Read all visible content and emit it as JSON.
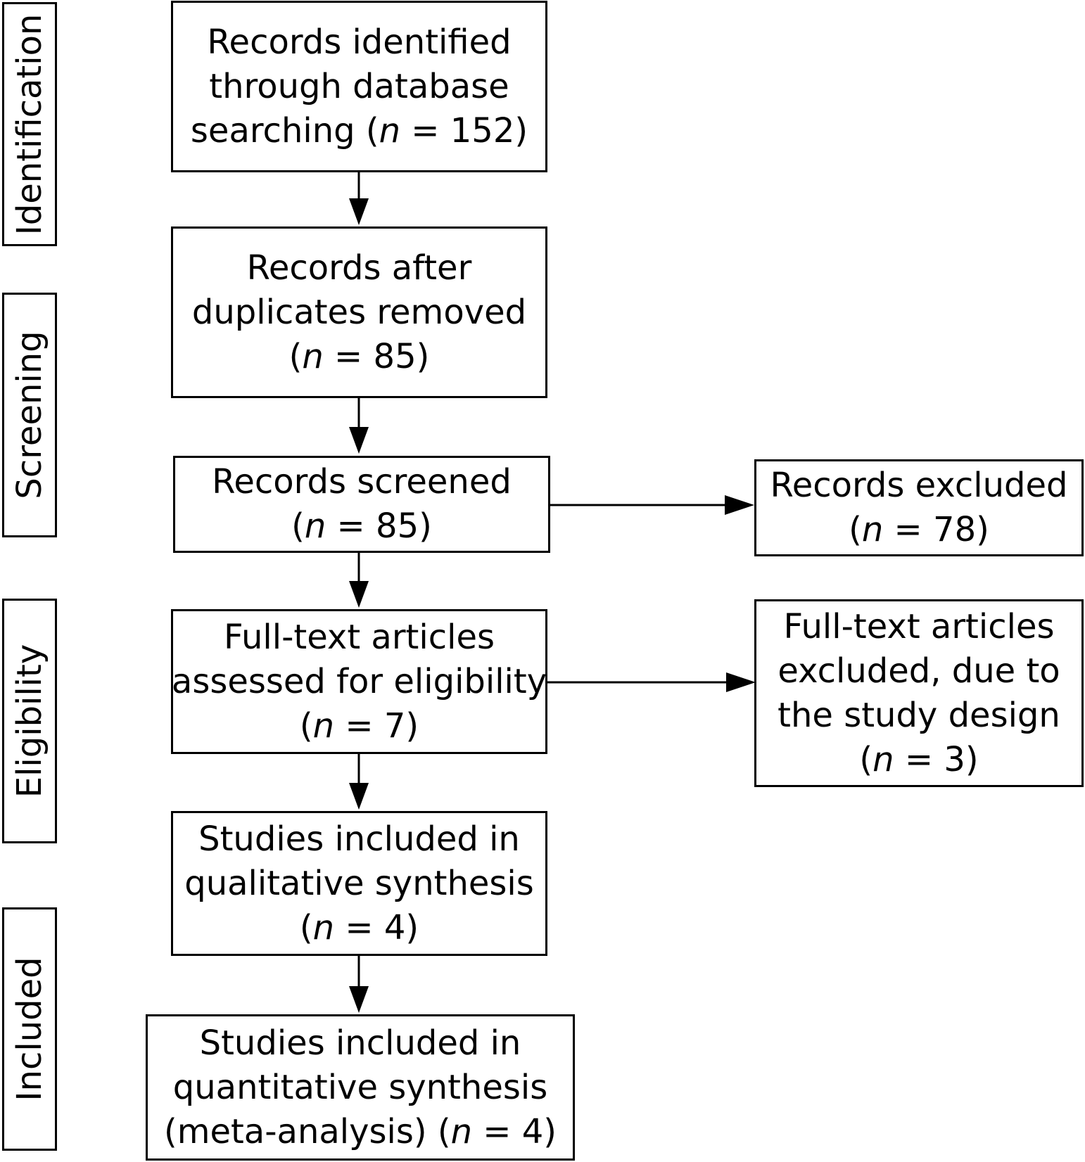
{
  "phases": {
    "identification": "Identification",
    "screening": "Screening",
    "eligibility": "Eligibility",
    "included": "Included"
  },
  "boxes": {
    "identified": {
      "line1": "Records identified",
      "line2": "through database",
      "line3_pre": "searching (",
      "n_symbol": "n",
      "line3_post": " = 152)"
    },
    "after_duplicates": {
      "line1": "Records after",
      "line2": "duplicates removed",
      "line3_pre": "(",
      "n_symbol": "n",
      "line3_post": " = 85)"
    },
    "screened": {
      "line1": "Records screened",
      "line2_pre": "(",
      "n_symbol": "n",
      "line2_post": " = 85)"
    },
    "excluded": {
      "line1": "Records excluded",
      "line2_pre": "(",
      "n_symbol": "n",
      "line2_post": " = 78)"
    },
    "fulltext_assessed": {
      "line1": "Full-text articles",
      "line2": "assessed for eligibility",
      "line3_pre": "(",
      "n_symbol": "n",
      "line3_post": " = 7)"
    },
    "fulltext_excluded": {
      "line1": "Full-text articles",
      "line2": "excluded, due to",
      "line3": "the study design",
      "line4_pre": "(",
      "n_symbol": "n",
      "line4_post": " = 3)"
    },
    "qualitative": {
      "line1": "Studies included in",
      "line2": "qualitative synthesis",
      "line3_pre": "(",
      "n_symbol": "n",
      "line3_post": " = 4)"
    },
    "quantitative": {
      "line1": "Studies included in",
      "line2": "quantitative synthesis",
      "line3_pre": "(meta-analysis) (",
      "n_symbol": "n",
      "line3_post": " = 4)"
    }
  }
}
